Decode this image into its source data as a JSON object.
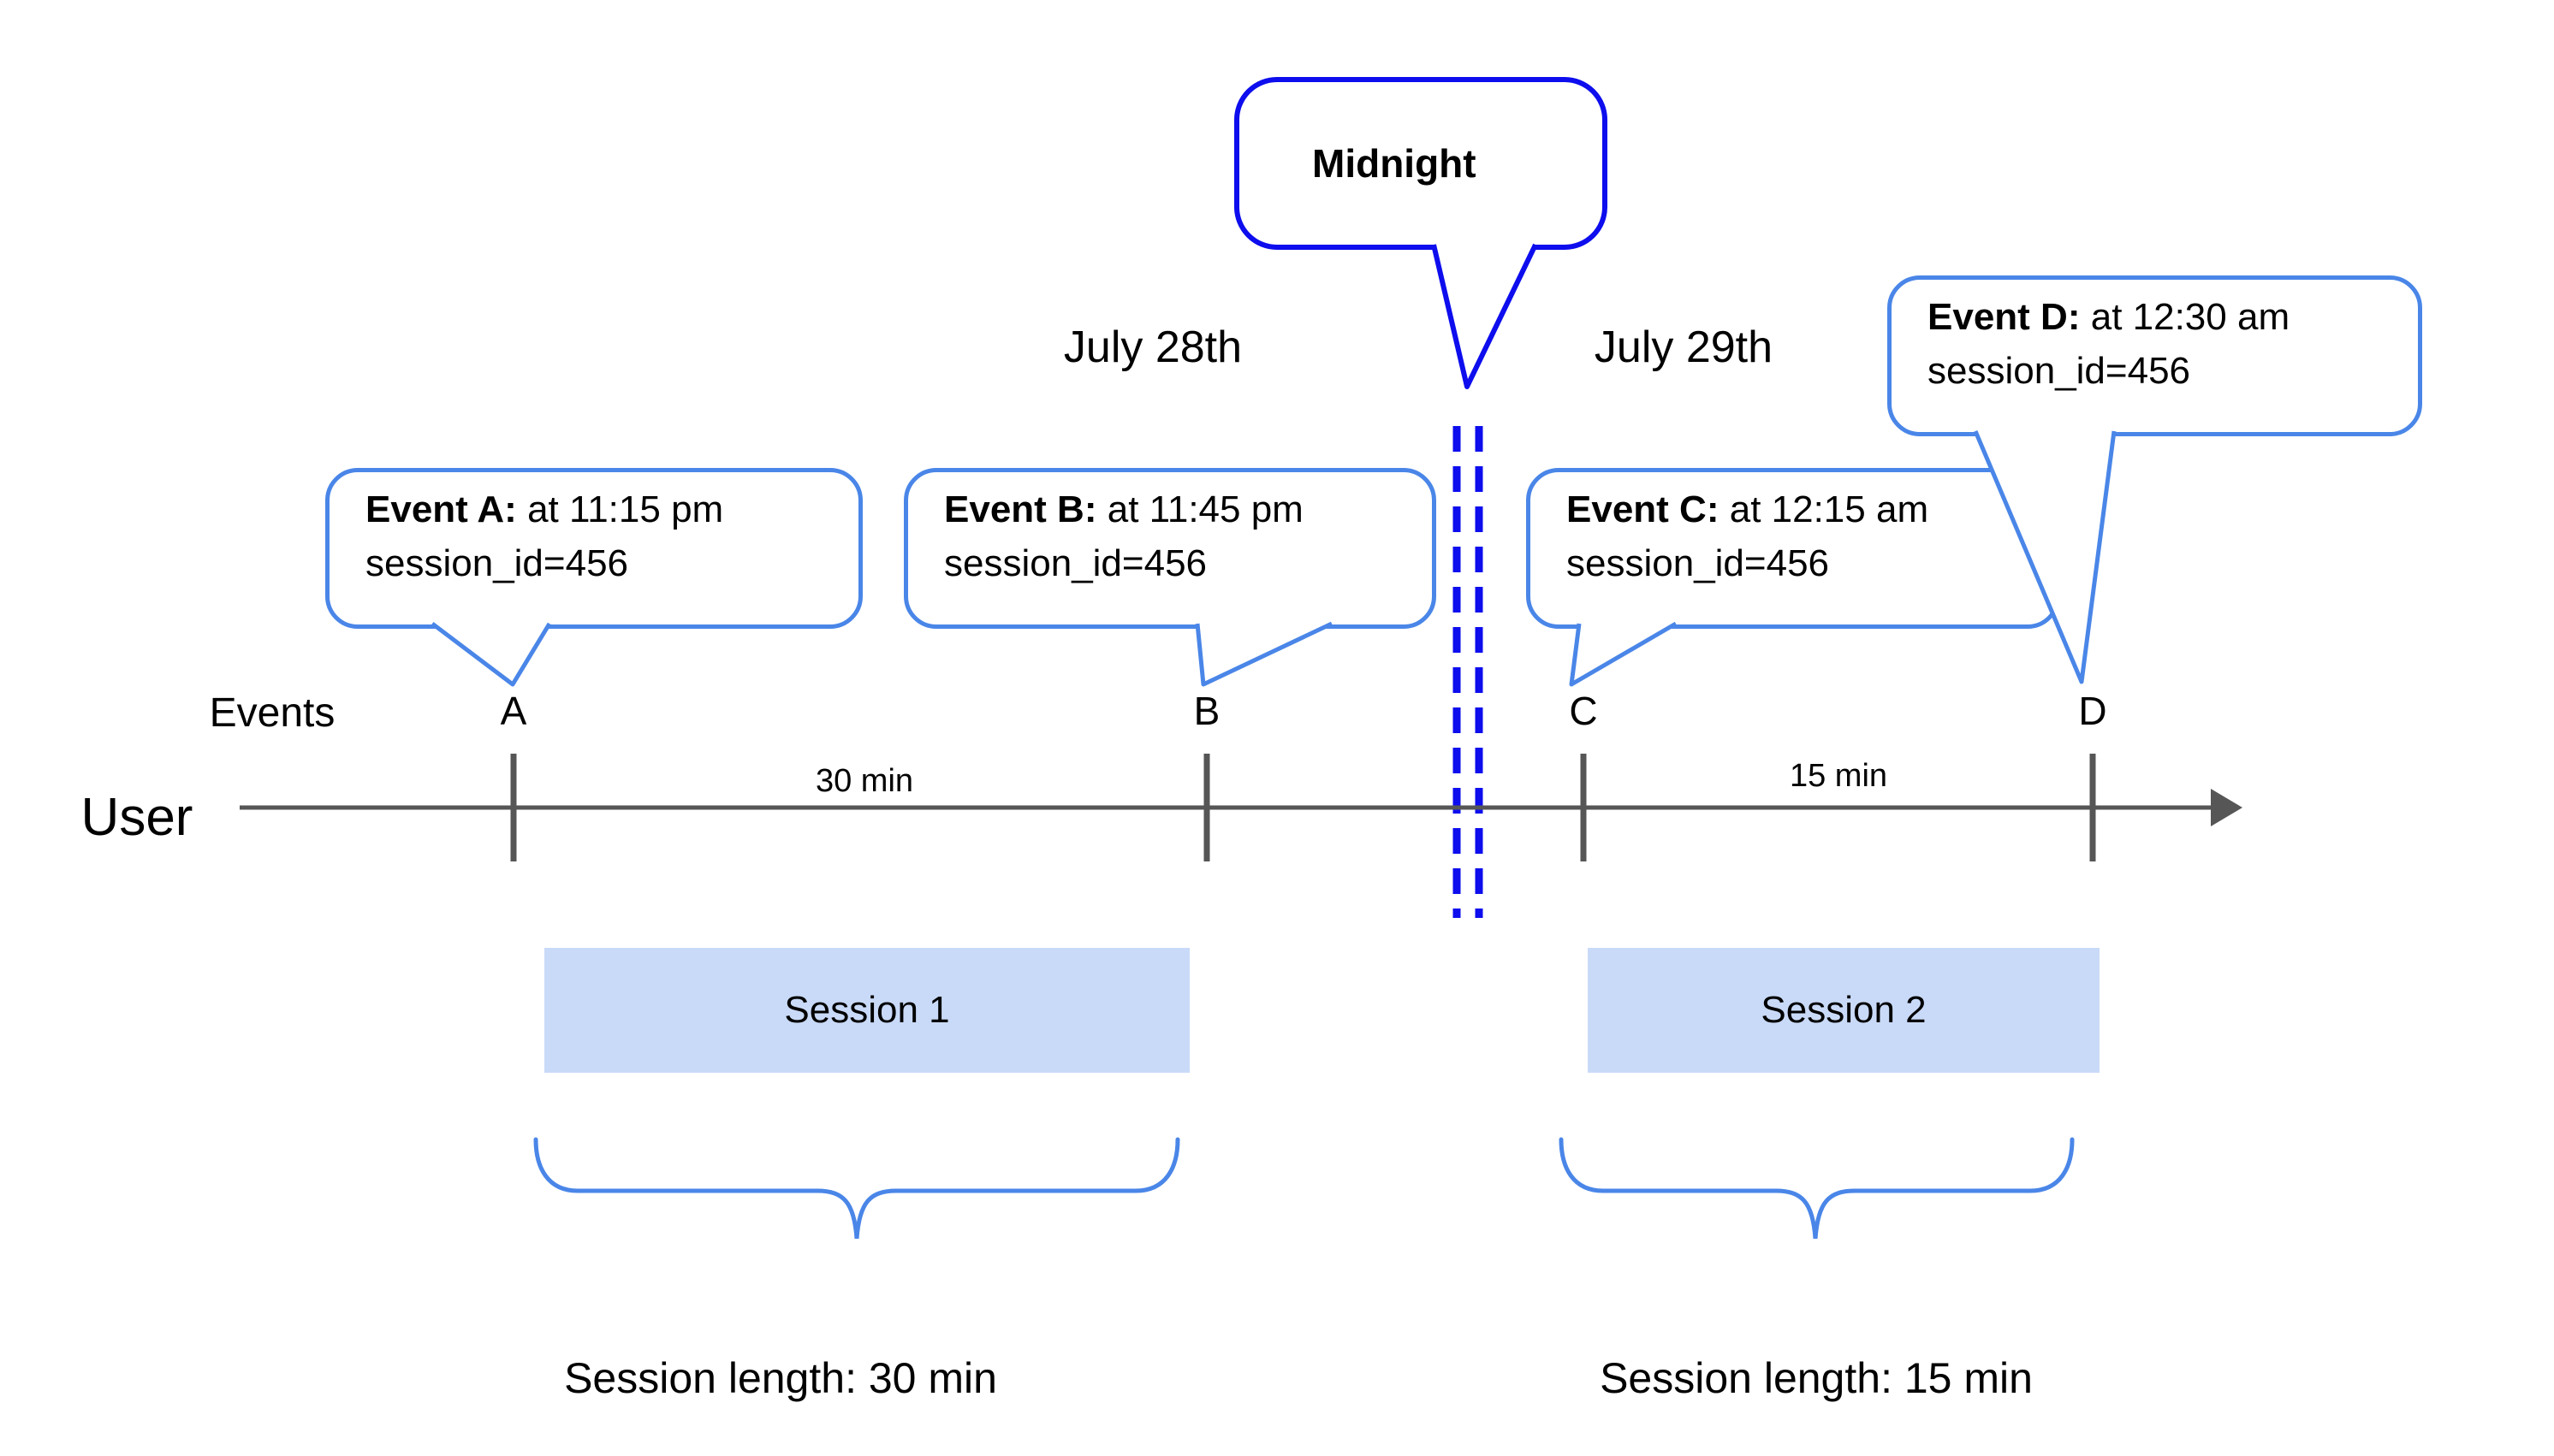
{
  "header": {
    "midnight_label": "Midnight",
    "day_left": "July 28th",
    "day_right": "July 29th"
  },
  "events": [
    {
      "id": "A",
      "label": "Event A:",
      "time": "at 11:15 pm",
      "session": "session_id=456"
    },
    {
      "id": "B",
      "label": "Event B:",
      "time": "at 11:45 pm",
      "session": "session_id=456"
    },
    {
      "id": "C",
      "label": "Event C:",
      "time": "at 12:15 am",
      "session": "session_id=456"
    },
    {
      "id": "D",
      "label": "Event D:",
      "time": "at 12:30 am",
      "session": "session_id=456"
    }
  ],
  "timeline": {
    "events_label": "Events",
    "user_label": "User",
    "gap_left": "30 min",
    "gap_right": "15 min"
  },
  "sessions": [
    {
      "name": "Session 1",
      "length_label": "Session length: 30 min"
    },
    {
      "name": "Session 2",
      "length_label": "Session length: 15 min"
    }
  ],
  "colors": {
    "event_bubble_border": "#4a86e8",
    "midnight_border": "#0d0dee",
    "dashed_line": "#0d0dee",
    "timeline_gray": "#565656",
    "session_fill": "#c9daf8"
  }
}
